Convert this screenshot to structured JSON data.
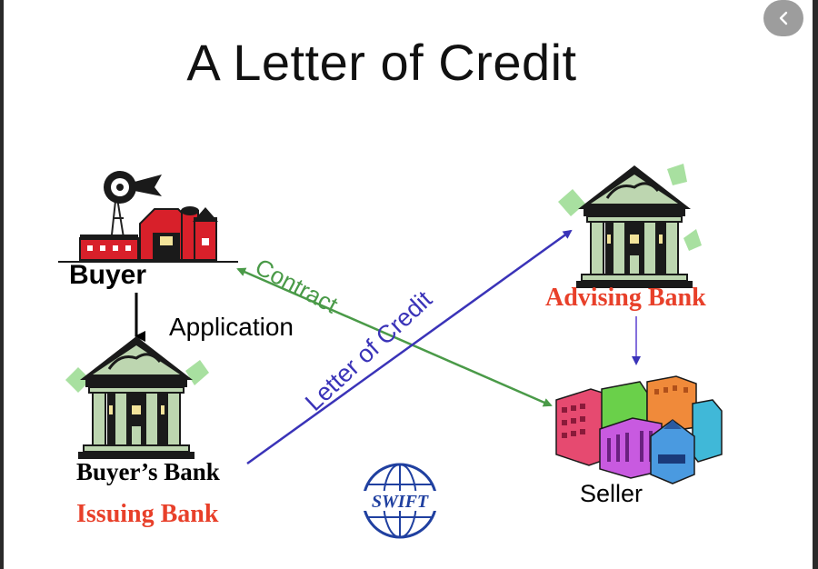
{
  "title": "A Letter of Credit",
  "labels": {
    "buyer": "Buyer",
    "application": "Application",
    "buyers_bank": "Buyer’s Bank",
    "issuing_bank": "Issuing Bank",
    "advising_bank": "Advising Bank",
    "seller": "Seller",
    "contract": "Contract",
    "letter_of_credit": "Letter of Credit",
    "swift": "SWIFT"
  },
  "colors": {
    "contract_arrow": "#4a9a48",
    "letter_of_credit_arrow": "#3a33b8",
    "bank_label_red": "#e8402a",
    "advising_arrow": "#5b3fd0"
  },
  "icons": [
    "windmill-farm-icon",
    "bank-building-icon",
    "city-buildings-icon",
    "swift-globe-icon",
    "chevron-left-icon"
  ]
}
